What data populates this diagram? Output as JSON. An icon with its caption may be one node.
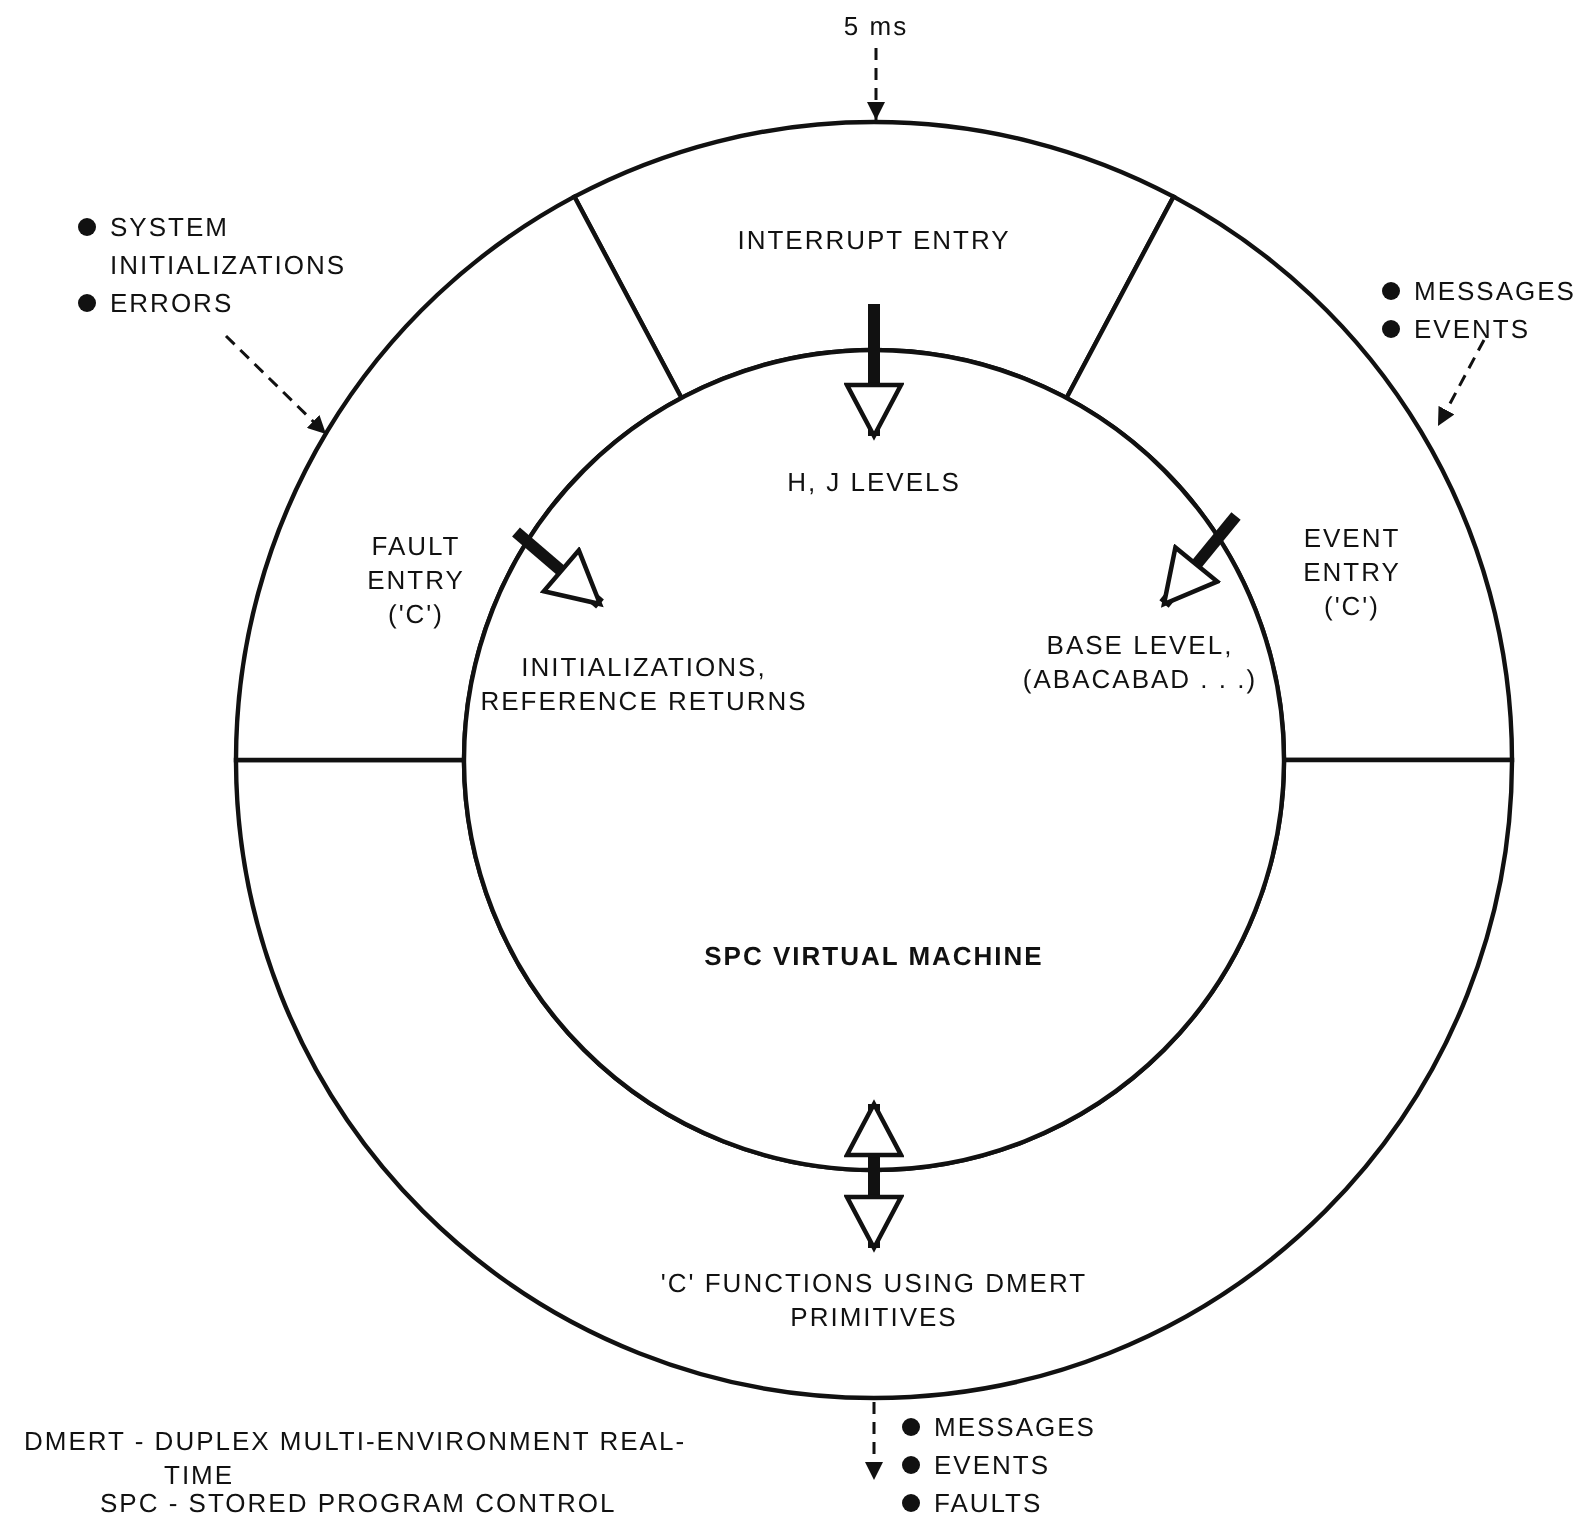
{
  "diagram": {
    "nodes": [
      {
        "text": [
          "INTERRUPT ENTRY"
        ]
      },
      {
        "text": [
          "EVENT ENTRY ('C')"
        ]
      },
      {
        "text": [
          "'C' FUNCTIONS USING DMERT PRIMITIVES"
        ]
      },
      {
        "text": [
          "FAULT ENTRY ('C')"
        ]
      },
      {
        "text": [
          "H, J LEVELS",
          "INITIALIZATIONS, REFERENCE RETURNS",
          "BASE LEVEL, (ABACABAD . . .)",
          "SPC VIRTUAL MACHINE"
        ]
      },
      {
        "text": [
          "5 ms"
        ]
      },
      {
        "text": [
          "SYSTEM INITIALIZATIONS",
          "ERRORS"
        ]
      },
      {
        "text": [
          "MESSAGES",
          "EVENTS"
        ]
      },
      {
        "text": [
          "MESSAGES",
          "EVENTS",
          "FAULTS"
        ]
      }
    ],
    "edges": [
      {
        "from": 5,
        "to": 0,
        "arrow": "to",
        "style": "dashed"
      },
      {
        "from": 6,
        "to": 3,
        "arrow": "to",
        "style": "dashed"
      },
      {
        "from": 7,
        "to": 1,
        "arrow": "to",
        "style": "dashed"
      },
      {
        "from": 0,
        "to": 4,
        "arrow": "to",
        "style": "thick"
      },
      {
        "from": 3,
        "to": 4,
        "arrow": "to",
        "style": "thick"
      },
      {
        "from": 1,
        "to": 4,
        "arrow": "to",
        "style": "thick"
      },
      {
        "from": 4,
        "to": 2,
        "arrow": "both",
        "style": "thick"
      },
      {
        "from": 2,
        "to": 8,
        "arrow": "to",
        "style": "dashed"
      }
    ],
    "labels": [
      "DMERT - DUPLEX MULTI-ENVIRONMENT REAL-TIME",
      "SPC - STORED PROGRAM CONTROL"
    ]
  }
}
